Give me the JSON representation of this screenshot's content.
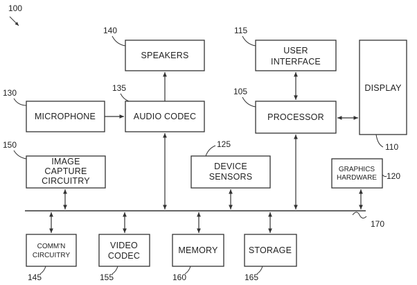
{
  "figure": {
    "ref": "100",
    "bus_ref": "170",
    "blocks": {
      "speakers": {
        "ref": "140",
        "lines": [
          "SPEAKERS"
        ]
      },
      "user_interface": {
        "ref": "115",
        "lines": [
          "USER",
          "INTERFACE"
        ]
      },
      "display": {
        "ref": "110",
        "lines": [
          "DISPLAY"
        ]
      },
      "microphone": {
        "ref": "130",
        "lines": [
          "MICROPHONE"
        ]
      },
      "audio_codec": {
        "ref": "135",
        "lines": [
          "AUDIO CODEC"
        ]
      },
      "processor": {
        "ref": "105",
        "lines": [
          "PROCESSOR"
        ]
      },
      "image_capture": {
        "ref": "150",
        "lines": [
          "IMAGE",
          "CAPTURE",
          "CIRCUITRY"
        ]
      },
      "device_sensors": {
        "ref": "125",
        "lines": [
          "DEVICE",
          "SENSORS"
        ]
      },
      "graphics_hardware": {
        "ref": "120",
        "lines": [
          "GRAPHICS",
          "HARDWARE"
        ]
      },
      "comm_circuitry": {
        "ref": "145",
        "lines": [
          "COMM'N",
          "CIRCUITRY"
        ]
      },
      "video_codec": {
        "ref": "155",
        "lines": [
          "VIDEO",
          "CODEC"
        ]
      },
      "memory": {
        "ref": "160",
        "lines": [
          "MEMORY"
        ]
      },
      "storage": {
        "ref": "165",
        "lines": [
          "STORAGE"
        ]
      }
    }
  }
}
